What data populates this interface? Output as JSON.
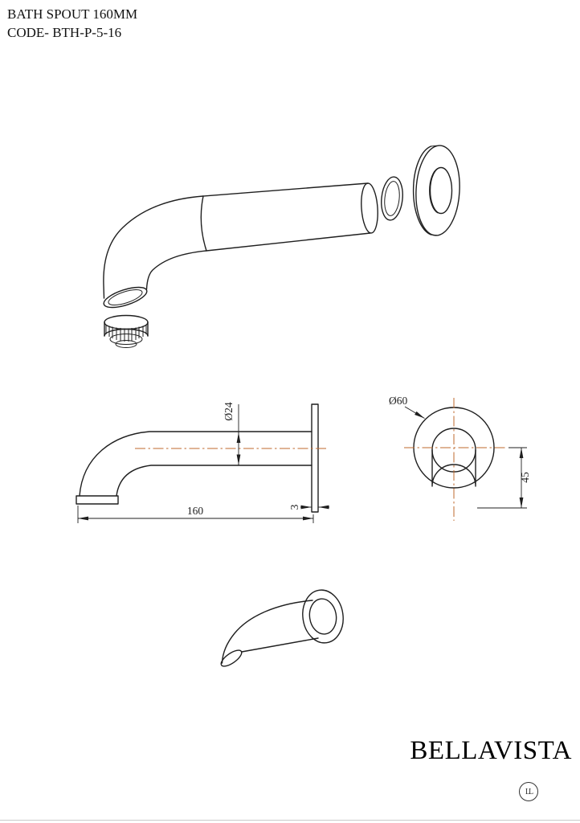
{
  "header": {
    "title": "BATH SPOUT 160MM",
    "code": "CODE- BTH-P-5-16"
  },
  "dimensions": {
    "spout_diameter": "Ø24",
    "spout_length": "160",
    "plate_thickness": "3",
    "flange_diameter": "Ø60",
    "drop_height": "45"
  },
  "brand": {
    "name": "BELLAVISTA",
    "monogram": "LL"
  },
  "colors": {
    "line": "#1f1f1f",
    "centerline": "#bf6a2e",
    "dimension": "#1f1f1f"
  }
}
